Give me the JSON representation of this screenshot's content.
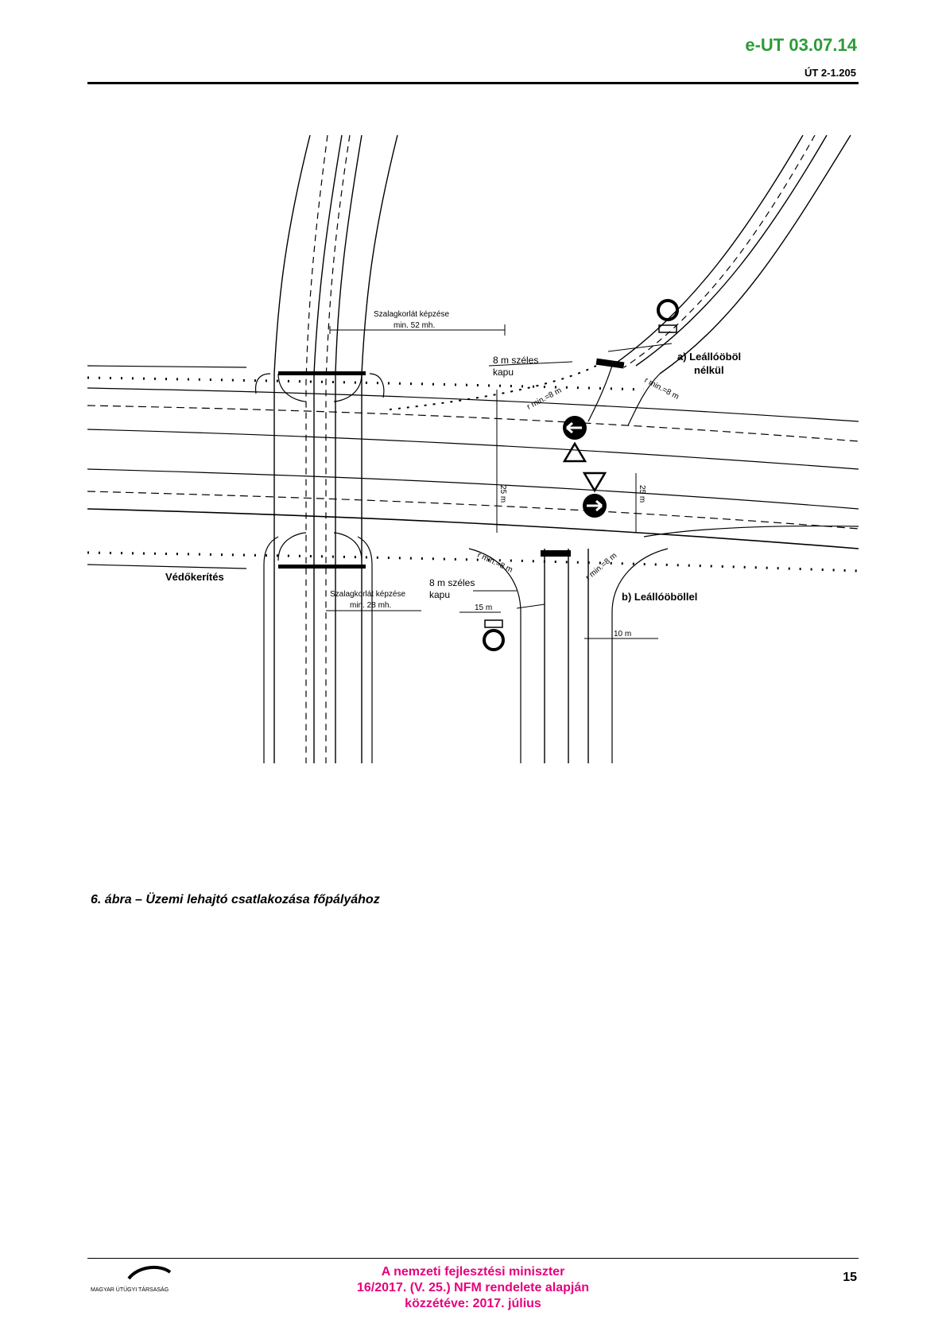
{
  "header": {
    "code": "e-UT 03.07.14",
    "sub": "ÚT 2-1.205"
  },
  "figure": {
    "labels": {
      "median_top_1": "Szalagkorlát képzése",
      "median_top_2": "min. 52 mh.",
      "gate_top_1": "8 m széles",
      "gate_top_2": "kapu",
      "variant_a_1": "a) Leállóöböl",
      "variant_a_2": "nélkül",
      "r_top_left": "r min.=8 m",
      "r_top_right": "r min.=8 m",
      "dim_25_left": "25 m",
      "dim_25_right": "25 m",
      "fence": "Védőkerítés",
      "gate_bottom_1": "8 m széles",
      "gate_bottom_2": "kapu",
      "r_bottom_left": "r min.=8 m",
      "r_bottom_right": "r min.=8 m",
      "median_bottom_1": "Szalagkorlát képzése",
      "median_bottom_2": "min. 28 mh.",
      "variant_b": "b) Leállóöböllel",
      "dim_15": "15 m",
      "dim_10": "10 m"
    }
  },
  "caption": "6. ábra – Üzemi lehajtó csatlakozása főpályához",
  "footer": {
    "logo_text": "MAGYAR ÚTÜGYI TÁRSASÁG",
    "line1": "A nemzeti fejlesztési miniszter",
    "line2": "16/2017. (V. 25.) NFM rendelete alapján",
    "line3": "közzétéve: 2017. július",
    "page": "15"
  }
}
